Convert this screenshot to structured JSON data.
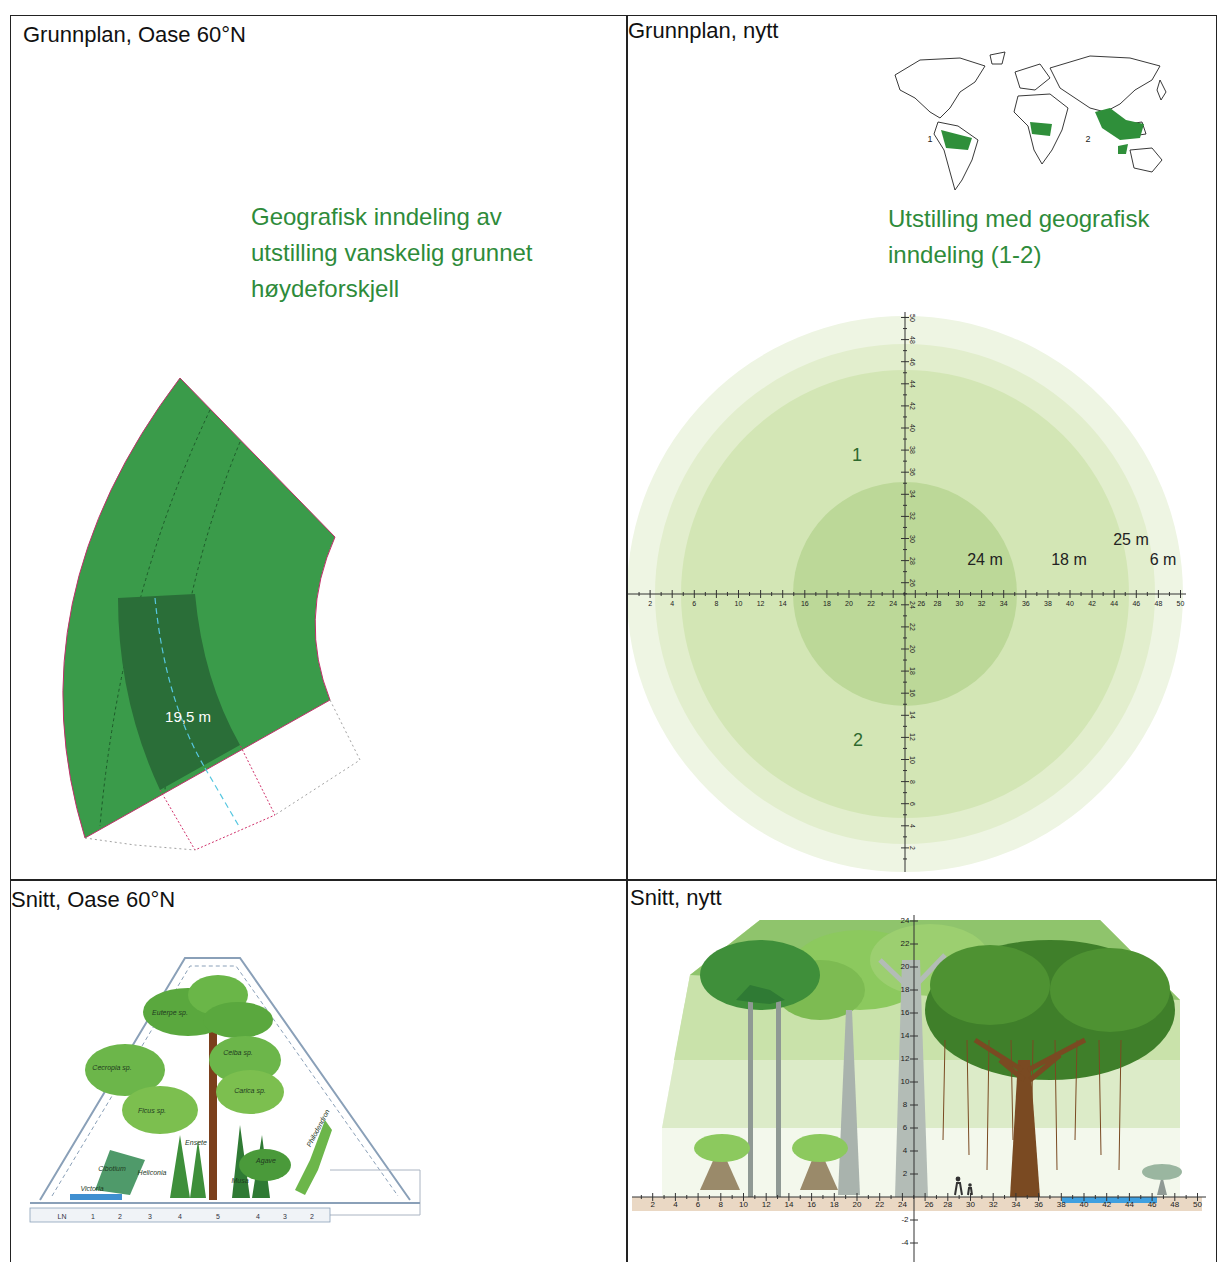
{
  "diagram": {
    "nodes": [
      {
        "text": [
          "Grunnplan, Oase 60°N",
          "Geografisk inndeling av utstilling vanskelig grunnet høydeforskjell"
        ]
      },
      {
        "text": [
          "Grunnplan, nytt",
          "Utstilling med geografisk inndeling (1-2)"
        ]
      },
      {
        "text": [
          "Snitt, Oase 60°N"
        ]
      },
      {
        "text": [
          "Snitt, nytt"
        ]
      }
    ],
    "labels": [
      "19,5 m",
      "1",
      "2",
      "1",
      "2",
      "24 m",
      "18 m",
      "25 m",
      "6 m",
      "2",
      "4",
      "6",
      "8",
      "10",
      "12",
      "14",
      "16",
      "18",
      "20",
      "22",
      "24",
      "26",
      "28",
      "30",
      "32",
      "34",
      "36",
      "38",
      "40",
      "42",
      "44",
      "46",
      "48",
      "50",
      "2",
      "4",
      "6",
      "8",
      "10",
      "12",
      "14",
      "16",
      "18",
      "20",
      "22",
      "24",
      "26",
      "28",
      "30",
      "32",
      "34",
      "36",
      "38",
      "40",
      "42",
      "44",
      "46",
      "48",
      "50",
      "2",
      "4",
      "6",
      "8",
      "10",
      "12",
      "14",
      "16",
      "18",
      "20",
      "22",
      "24",
      "26",
      "28",
      "30",
      "32",
      "34",
      "36",
      "38",
      "40",
      "42",
      "44",
      "46",
      "48",
      "50",
      "2",
      "4",
      "6",
      "8",
      "10",
      "12",
      "14",
      "16",
      "18",
      "20",
      "22",
      "24",
      "-2",
      "-4",
      "Euterpe sp.",
      "Cecropia sp.",
      "Ceiba sp.",
      "Ficus sp.",
      "Carica sp.",
      "Ensete",
      "Heliconia",
      "Agave",
      "Musa",
      "Cibotium",
      "Victoria",
      "Philodendron",
      "LN",
      "1",
      "2",
      "3",
      "4",
      "5",
      "4",
      "3",
      "2"
    ]
  }
}
